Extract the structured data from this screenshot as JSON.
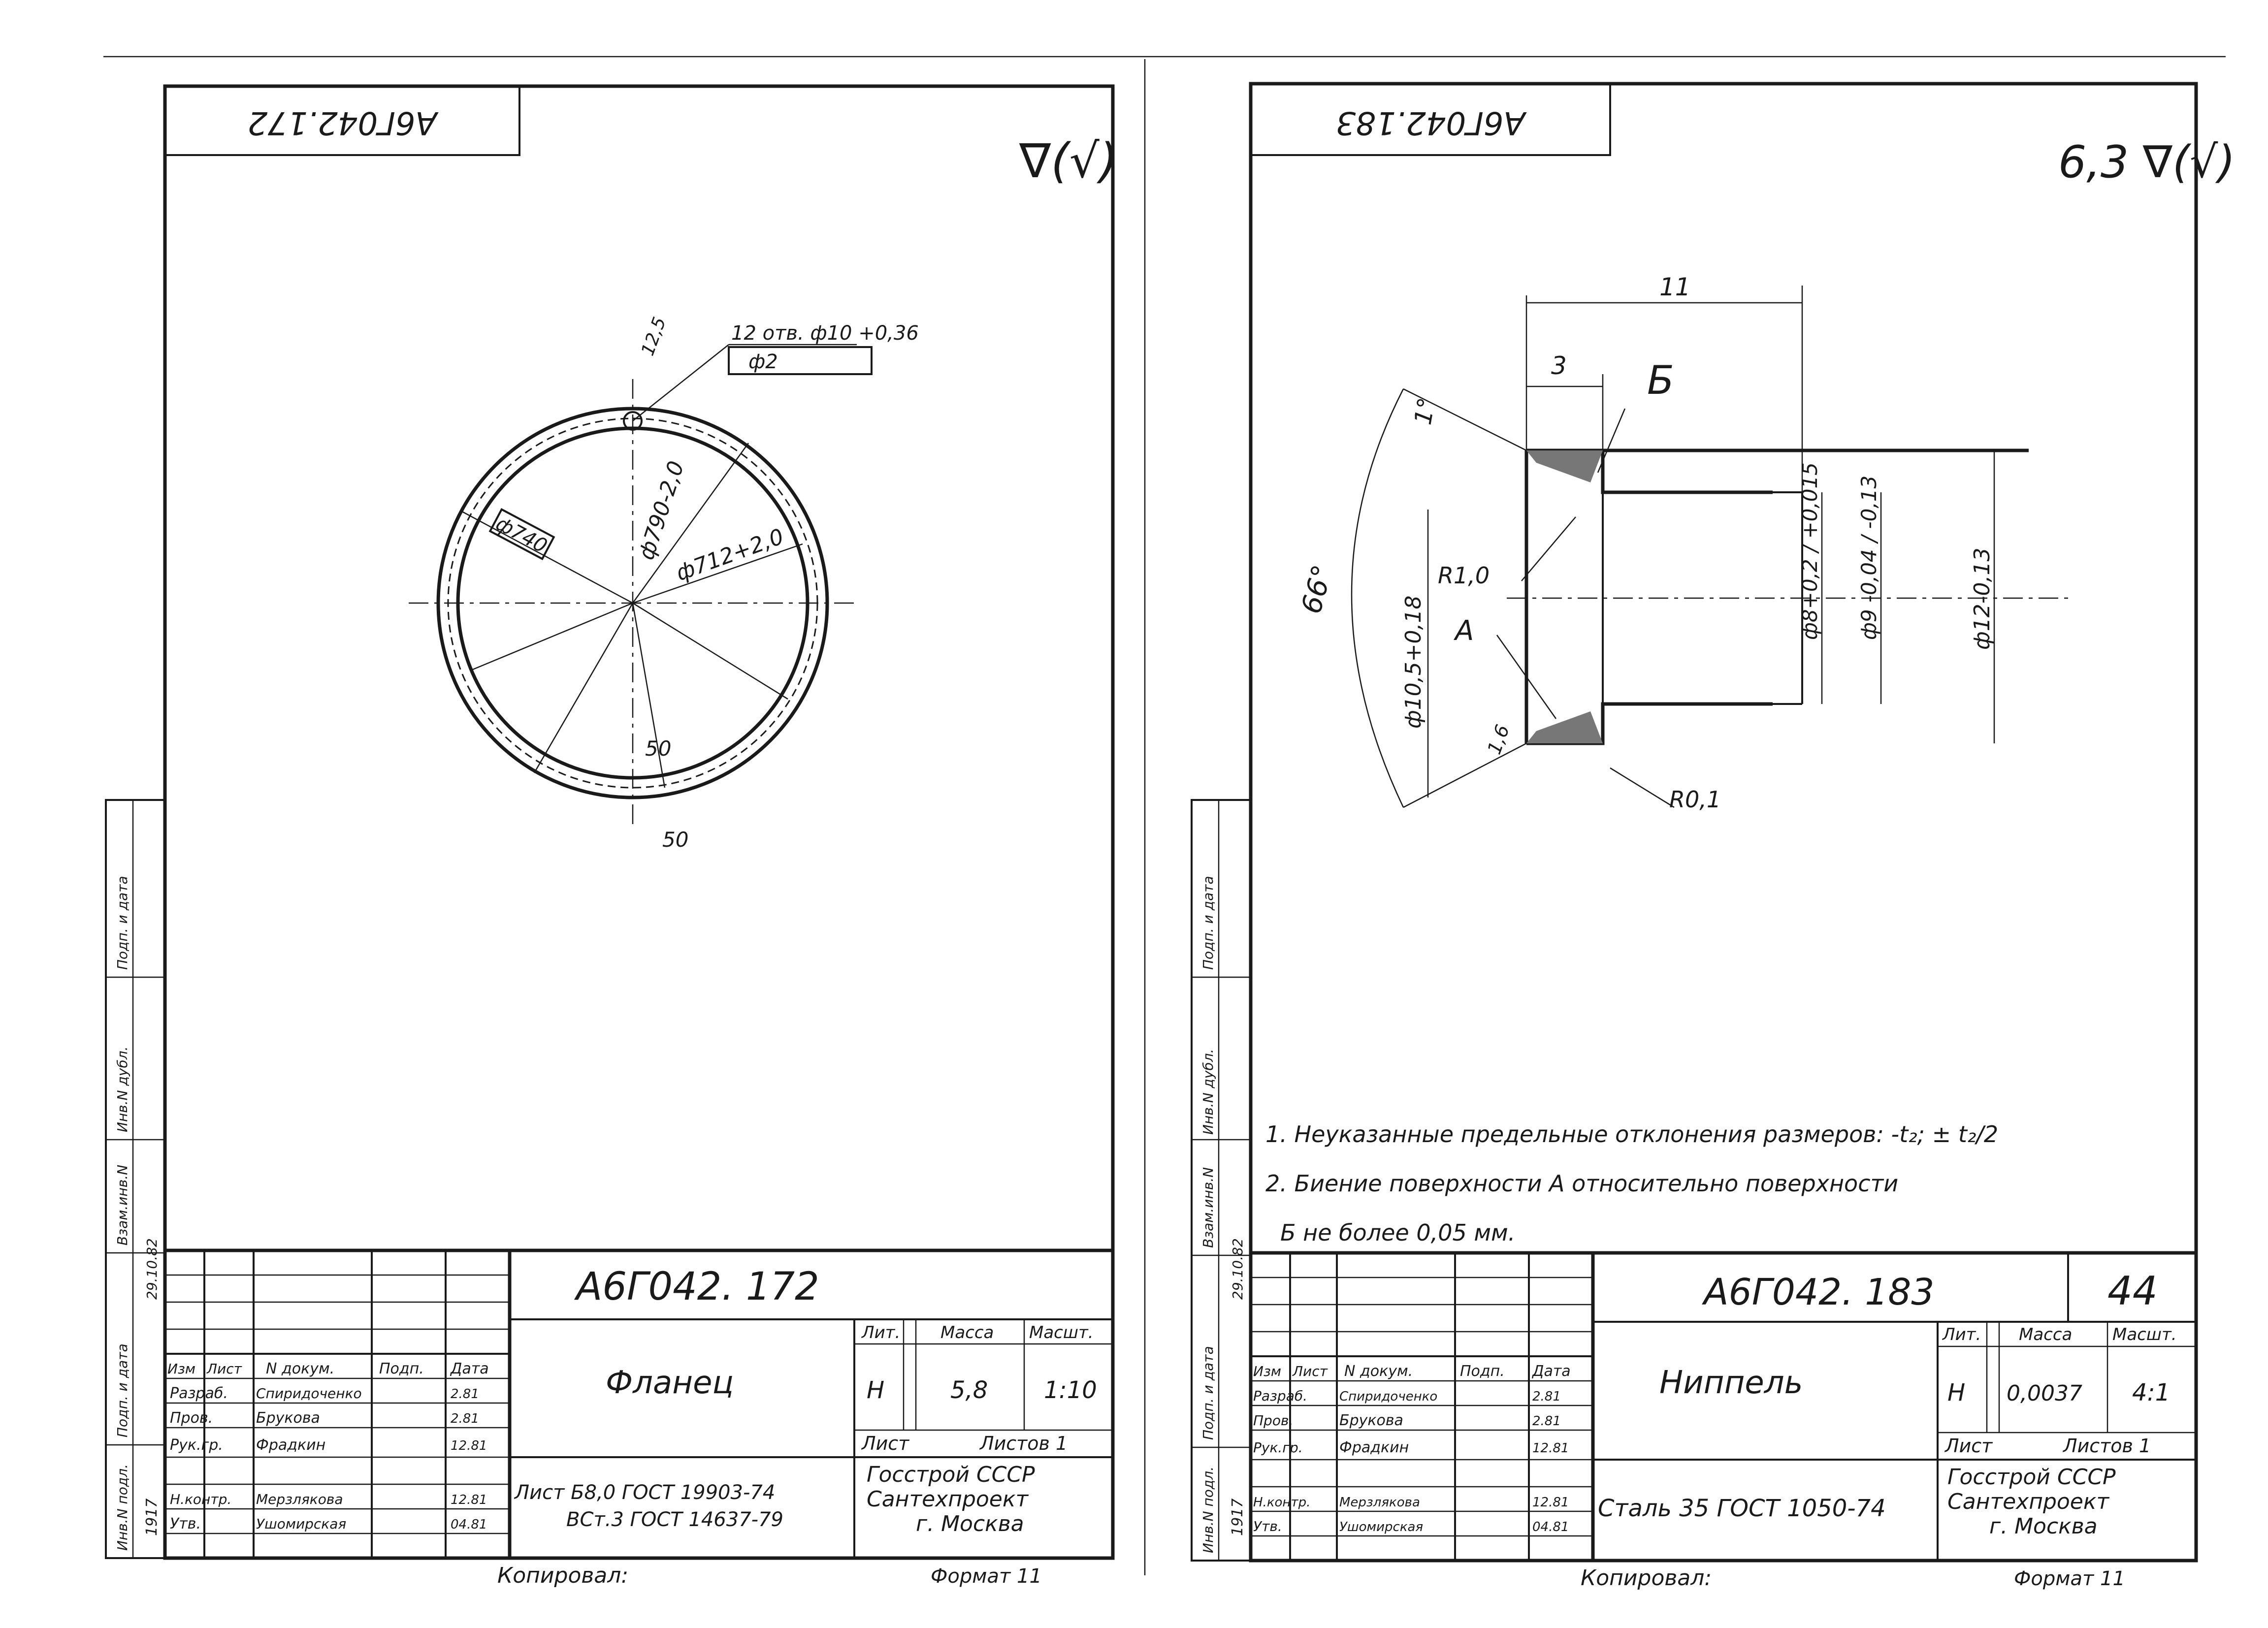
{
  "page_number": "44",
  "copied_by_label": "Копировал:",
  "format_label": "Формат 11",
  "left_sheet": {
    "code_rotated": "А6Г042.172",
    "code": "А6Г042. 172",
    "title": "Фланец",
    "roughness": "∇(√)",
    "dims": {
      "holes": "12 отв. ф10 +0,36",
      "position_tolerance": "ф2",
      "outer_diameter": "ф790-2,0",
      "bore_diameter": "ф712+2,0",
      "bolt_circle": "ф740",
      "angle_mark": "12,5",
      "roughness_inner": "50",
      "roughness_outer": "50"
    },
    "material_line_1": "Лист  Б8,0 ГОСТ 19903-74",
    "material_line_2": "ВСт.3 ГОСТ 14637-79",
    "lit": "Н",
    "mass": "5,8",
    "scale": "1:10",
    "sheet_label": "Лист",
    "sheets_label": "Листов 1",
    "org_1": "Госстрой  СССР",
    "org_2": "Сантехпроект",
    "org_3": "г. Москва"
  },
  "right_sheet": {
    "code_rotated": "А6Г042.183",
    "code": "А6Г042. 183",
    "title": "Ниппель",
    "roughness": "6,3 ∇(√)",
    "dims": {
      "length": "11",
      "chamfer": "3",
      "section_b": "Б",
      "section_a": "А",
      "angle_1": "1°",
      "angle_66": "66°",
      "radius_1": "R1,0",
      "radius_01": "R0,1",
      "chamfer_16": "1,6",
      "d105": "ф10,5+0,18",
      "d8": "ф8+0,2 / +0,015",
      "d9": "ф9 -0,04 / -0,13",
      "d12": "ф12-0,13"
    },
    "notes": [
      "1. Неуказанные предельные отклонения размеров: -t₂; ± t₂/2",
      "2. Биение поверхности  А относительно поверхности",
      "Б не более  0,05 мм."
    ],
    "material": "Сталь 35 ГОСТ 1050-74",
    "lit": "Н",
    "mass": "0,0037",
    "scale": "4:1",
    "sheet_label": "Лист",
    "sheets_label": "Листов 1",
    "org_1": "Госстрой СССР",
    "org_2": "Сантехпроект",
    "org_3": "г. Москва"
  },
  "title_block": {
    "headers": [
      "Изм",
      "Лист",
      "N докум.",
      "Подп.",
      "Дата"
    ],
    "litera_header": "Лит.",
    "mass_header": "Масса",
    "scale_header": "Масшт.",
    "people": [
      {
        "role": "Разраб.",
        "name": "Спиридоченко",
        "date": "2.81"
      },
      {
        "role": "Пров.",
        "name": "Брукова",
        "date": "2.81"
      },
      {
        "role": "Рук.гр.",
        "name": "Фрадкин",
        "date": "12.81"
      },
      {
        "role": "Н.контр.",
        "name": "Мерзлякова",
        "date": "12.81"
      },
      {
        "role": "Утв.",
        "name": "Ушомирская",
        "date": "04.81"
      }
    ]
  },
  "side_stamp": {
    "labels": [
      "Инв.N подл.",
      "Подп. и дата",
      "Взам.инв.N",
      "Инв.N дубл.",
      "Подп. и дата"
    ],
    "inv": "1917",
    "date": "29.10.82"
  }
}
